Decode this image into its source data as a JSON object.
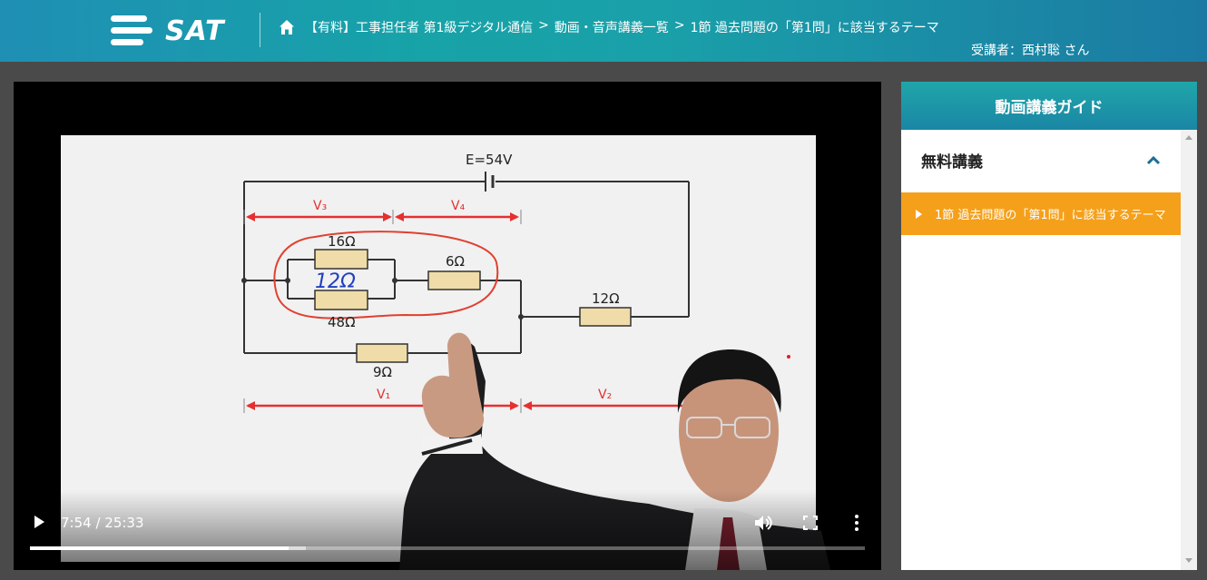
{
  "header": {
    "logo_text": "SAT",
    "breadcrumb": [
      {
        "label": "【有料】工事担任者 第1級デジタル通信"
      },
      {
        "label": "動画・音声講義一覧"
      },
      {
        "label": "1節 過去問題の「第1問」に該当するテーマ"
      }
    ],
    "separator": ">",
    "student": "受講者：西村聡 さん",
    "colors": {
      "gradient_start": "#1f8fb4",
      "gradient_mid": "#17a3a8",
      "gradient_end": "#1b7aa3"
    }
  },
  "slide": {
    "battery_label": "E=54V",
    "voltage_labels": {
      "v3": "V₃",
      "v4": "V₄",
      "v1": "V₁",
      "v2": "V₂"
    },
    "resistors": {
      "r16": "16Ω",
      "r48": "48Ω",
      "r6": "6Ω",
      "r12": "12Ω",
      "r9": "9Ω"
    },
    "handwritten_note": "12Ω"
  },
  "player": {
    "time": "7:54 / 25:33",
    "progress_fraction": 0.31,
    "buffered_fraction": 0.33,
    "icons": {
      "play": "play-icon",
      "volume": "volume-icon",
      "fullscreen": "fullscreen-icon",
      "more": "more-vert-icon"
    }
  },
  "guide": {
    "title": "動画講義ガイド",
    "section_label": "無料講義",
    "lesson_label": "1節 過去問題の「第1問」に該当するテーマ",
    "colors": {
      "lesson_bg": "#f5a01a",
      "head_bg": "#1a86a5"
    }
  }
}
